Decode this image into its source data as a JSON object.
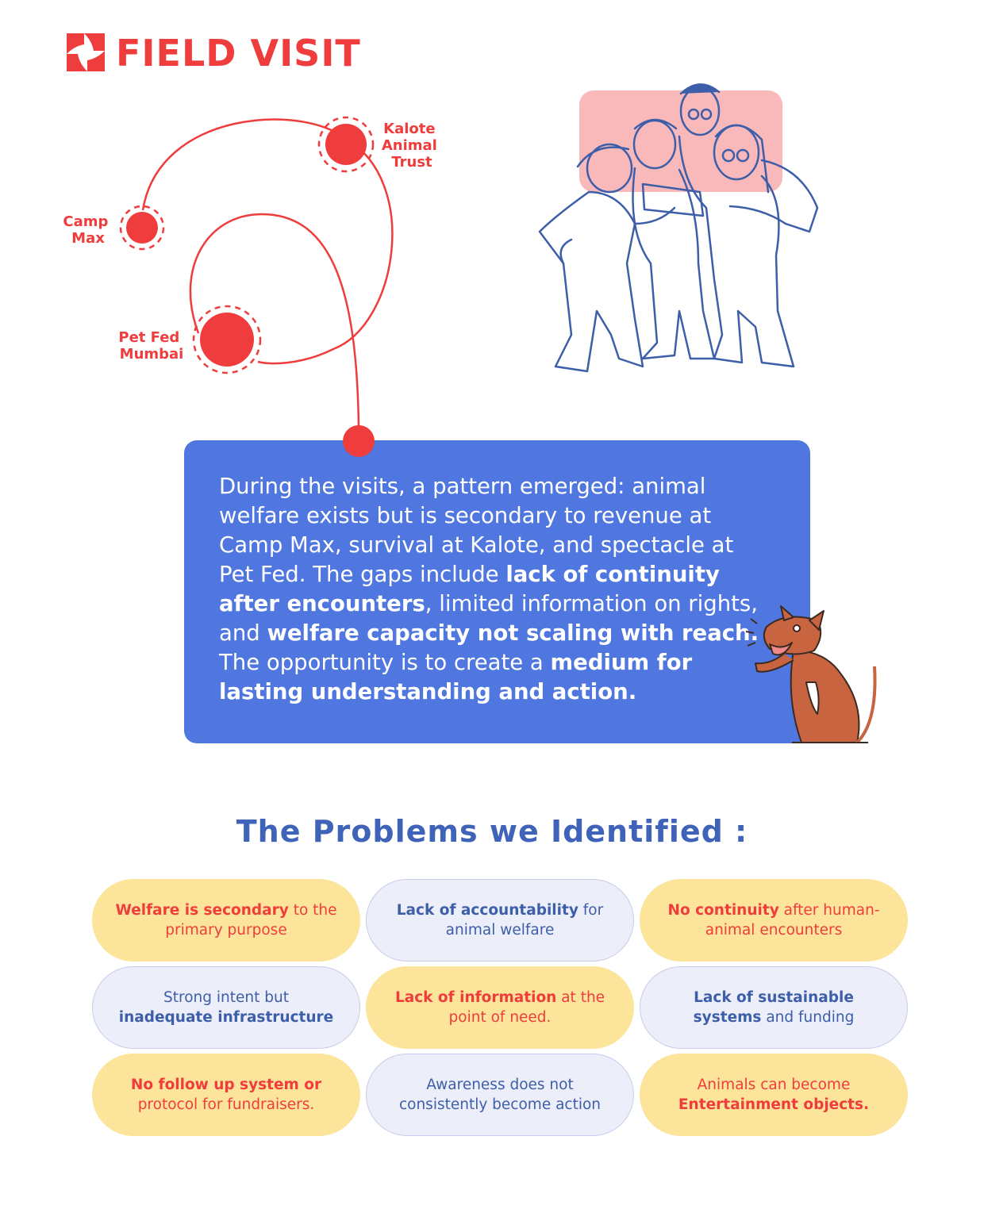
{
  "header": {
    "title": "FIELD VISIT",
    "logo": "pinwheel-logo-icon"
  },
  "map": {
    "locations": [
      {
        "id": "kalote",
        "lines": [
          "Kalote",
          "Animal",
          "Trust"
        ]
      },
      {
        "id": "camp-max",
        "lines": [
          "Camp",
          "Max"
        ]
      },
      {
        "id": "pet-fed",
        "lines": [
          "Pet Fed",
          "Mumbai"
        ]
      }
    ]
  },
  "summary": {
    "p1": "During the visits, a pattern emerged: animal welfare exists but is secondary to revenue at Camp Max, survival at Kalote, and spectacle at Pet Fed. The gaps include ",
    "b1": "lack of continuity after encounters",
    "p2": ", limited information on rights, and ",
    "b2": "welfare capacity not scaling with reach.",
    "p3": " The opportunity is to create a ",
    "b3": "medium for lasting understanding and action."
  },
  "problems": {
    "heading": "The Problems we Identified :",
    "items": [
      {
        "bold": "Welfare is secondary",
        "rest": " to the primary purpose"
      },
      {
        "bold": "Lack of accountability",
        "rest": " for animal welfare"
      },
      {
        "bold": "No continuity",
        "rest": " after human-animal encounters"
      },
      {
        "pre": "Strong intent but ",
        "bold": "inadequate infrastructure"
      },
      {
        "bold": "Lack of information",
        "rest": " at the point of need."
      },
      {
        "bold": "Lack of sustainable systems",
        "rest": " and funding"
      },
      {
        "bold": "No follow up system or",
        "rest": " protocol for fundraisers."
      },
      {
        "bold": "Awareness does not consistently become action"
      },
      {
        "pre": "Animals can become ",
        "bold": "Entertainment objects."
      }
    ]
  },
  "colors": {
    "accent_red": "#ef3c3c",
    "card_blue": "#5077e0",
    "heading_blue": "#3f63b8",
    "pill_yellow": "#fce59a",
    "pill_lavender": "#eceef9"
  }
}
